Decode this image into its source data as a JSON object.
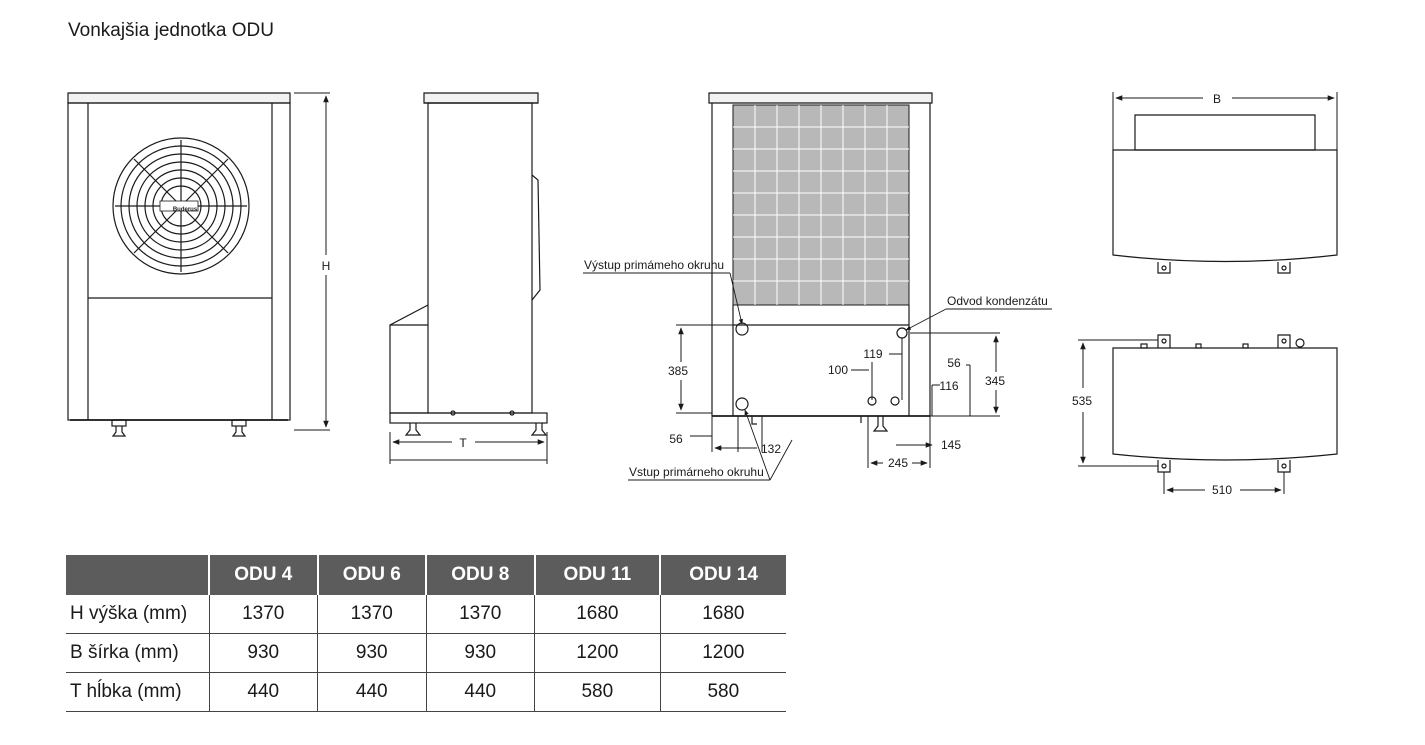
{
  "title": "Vonkajšia jednotka ODU",
  "brand_logo_text": "Buderus",
  "dimension_letters": {
    "height": "H",
    "depth": "T",
    "width": "B"
  },
  "callouts": {
    "primary_outlet": "Výstup primámeho okruhu",
    "primary_inlet": "Vstup primárneho okruhu",
    "condensate_drain": "Odvod kondenzátu"
  },
  "dimensions": {
    "d385": "385",
    "d56_left": "56",
    "d132": "132",
    "d100": "100",
    "d119": "119",
    "d56_right": "56",
    "d116": "116",
    "d345": "345",
    "d145": "145",
    "d245": "245",
    "d535": "535",
    "d510": "510"
  },
  "table": {
    "columns": [
      "",
      "ODU 4",
      "ODU 6",
      "ODU 8",
      "ODU 11",
      "ODU 14"
    ],
    "rows": [
      {
        "label": "H výška (mm)",
        "values": [
          "1370",
          "1370",
          "1370",
          "1680",
          "1680"
        ]
      },
      {
        "label": "B šírka (mm)",
        "values": [
          "930",
          "930",
          "930",
          "1200",
          "1200"
        ]
      },
      {
        "label": "T hĺbka (mm)",
        "values": [
          "440",
          "440",
          "440",
          "580",
          "580"
        ]
      }
    ]
  },
  "colors": {
    "table_header_bg": "#5c5c5c",
    "line": "#1a1a1a",
    "grid_fill": "#b8b8b8"
  }
}
